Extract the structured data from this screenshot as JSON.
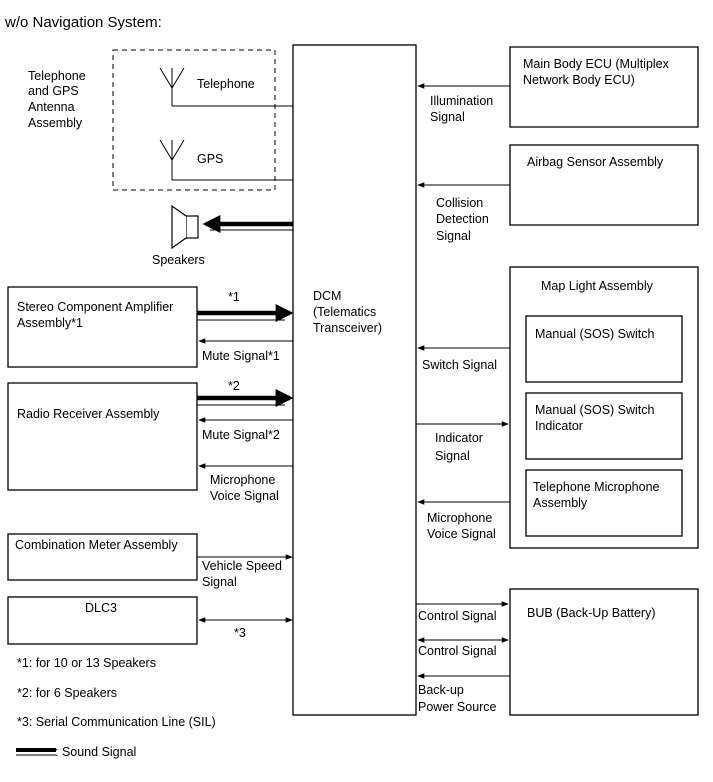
{
  "title": "w/o Navigation System:",
  "antenna": {
    "group_label": [
      "Telephone",
      "and GPS",
      "Antenna",
      "Assembly"
    ],
    "telephone": "Telephone",
    "gps": "GPS"
  },
  "speakers": "Speakers",
  "dcm": [
    "DCM",
    "(Telematics",
    "Transceiver)"
  ],
  "stereo": {
    "label": [
      "Stereo Component Amplifier",
      "Assembly*1"
    ],
    "sound_note": "*1",
    "mute": "Mute Signal*1"
  },
  "radio": {
    "label": "Radio Receiver Assembly",
    "sound_note": "*2",
    "mute": "Mute Signal*2",
    "mic": [
      "Microphone",
      "Voice Signal"
    ]
  },
  "meter": {
    "label": "Combination Meter Assembly",
    "signal": [
      "Vehicle Speed",
      "Signal"
    ]
  },
  "dlc3": {
    "label": "DLC3",
    "note": "*3"
  },
  "main_body": {
    "label": [
      "Main Body ECU (Multiplex",
      "Network Body ECU)"
    ],
    "signal": [
      "Illumination",
      "Signal"
    ]
  },
  "airbag": {
    "label": "Airbag Sensor Assembly",
    "signal": [
      "Collision",
      "Detection",
      "Signal"
    ]
  },
  "map_light": {
    "label": "Map Light Assembly",
    "sos_switch": "Manual (SOS) Switch",
    "sos_indicator": [
      "Manual (SOS) Switch",
      "Indicator"
    ],
    "mic_assy": [
      "Telephone Microphone",
      "Assembly"
    ],
    "switch_signal": "Switch Signal",
    "indicator_signal": [
      "Indicator",
      "Signal"
    ],
    "mic_signal": [
      "Microphone",
      "Voice Signal"
    ]
  },
  "bub": {
    "label": "BUB (Back-Up Battery)",
    "control1": "Control Signal",
    "control2": "Control Signal",
    "backup": [
      "Back-up",
      "Power Source"
    ]
  },
  "legend": {
    "note1": "*1: for 10 or 13 Speakers",
    "note2": "*2: for 6 Speakers",
    "note3": "*3: Serial Communication Line (SIL)",
    "sound": ": Sound Signal"
  }
}
